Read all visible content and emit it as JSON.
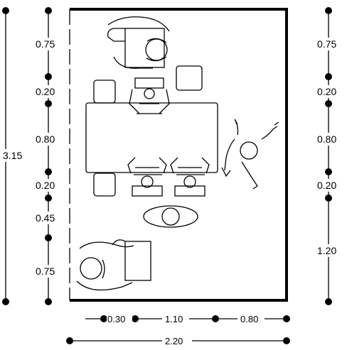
{
  "left_dims": {
    "total": "3.15",
    "segments": [
      "0.75",
      "0.20",
      "0.80",
      "0.20",
      "0.45",
      "0.75"
    ]
  },
  "right_dims": {
    "segments": [
      "0.75",
      "0.20",
      "0.80",
      "0.20",
      "1.20"
    ]
  },
  "bottom_dims": {
    "segments": [
      "0.30",
      "1.10",
      "0.80"
    ],
    "total": "2.20"
  }
}
